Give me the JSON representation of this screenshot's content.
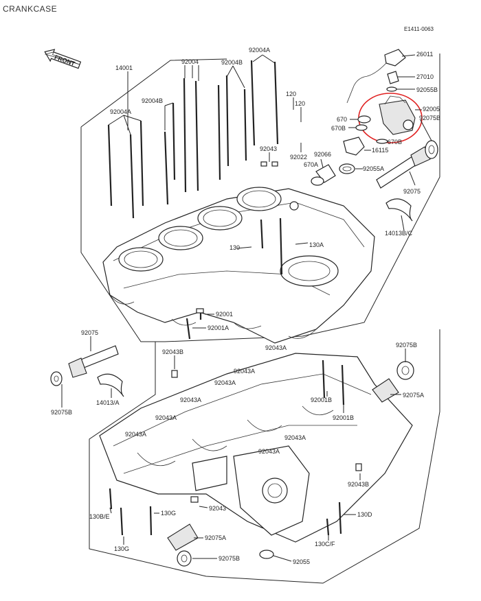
{
  "header": {
    "title": "CRANKCASE",
    "ref_code": "E1411-0063"
  },
  "direction_tag": "FRONT",
  "highlight": {
    "color": "#e02020",
    "target_part": "92005"
  },
  "parts": {
    "p26011": "26011",
    "p27010": "27010",
    "p92055b": "92055B",
    "p92005": "92005",
    "p92075b_top": "92075B",
    "p670": "670",
    "p670b": "670B",
    "p670b_right": "670B",
    "p16115": "16115",
    "p92066": "92066",
    "p670a": "670A",
    "p92055a": "92055A",
    "p92075_right": "92075",
    "p14013b": "14013B/C",
    "p14001": "14001",
    "p92004_top": "92004",
    "p92004a_top": "92004A",
    "p92004b_mid": "92004B",
    "p92004b_left": "92004B",
    "p92004a_left": "92004A",
    "p120_a": "120",
    "p120_b": "120",
    "p92022": "92022",
    "p92043_top": "92043",
    "p130": "130",
    "p130a": "130A",
    "p92001": "92001",
    "p92001a": "92001A",
    "p92075_left": "92075",
    "p92075b_left": "92075B",
    "p14013a": "14013/A",
    "p92043b_a": "92043B",
    "p92043a_1": "92043A",
    "p92043a_2": "92043A",
    "p92043a_3": "92043A",
    "p92043a_4": "92043A",
    "p92043a_5": "92043A",
    "p92043a_6": "92043A",
    "p92043a_7": "92043A",
    "p92043a_8": "92043A",
    "p92001b_a": "92001B",
    "p92001b_b": "92001B",
    "p92075b_right": "92075B",
    "p92075a_right": "92075A",
    "p92043b_b": "92043B",
    "p130b": "130B/E",
    "p130g_a": "130G",
    "p130g_b": "130G",
    "p92043_bot": "92043",
    "p130d": "130D",
    "p130cf": "130C/F",
    "p92075a_bot": "92075A",
    "p92075b_bot": "92075B",
    "p92055_bot": "92055"
  }
}
